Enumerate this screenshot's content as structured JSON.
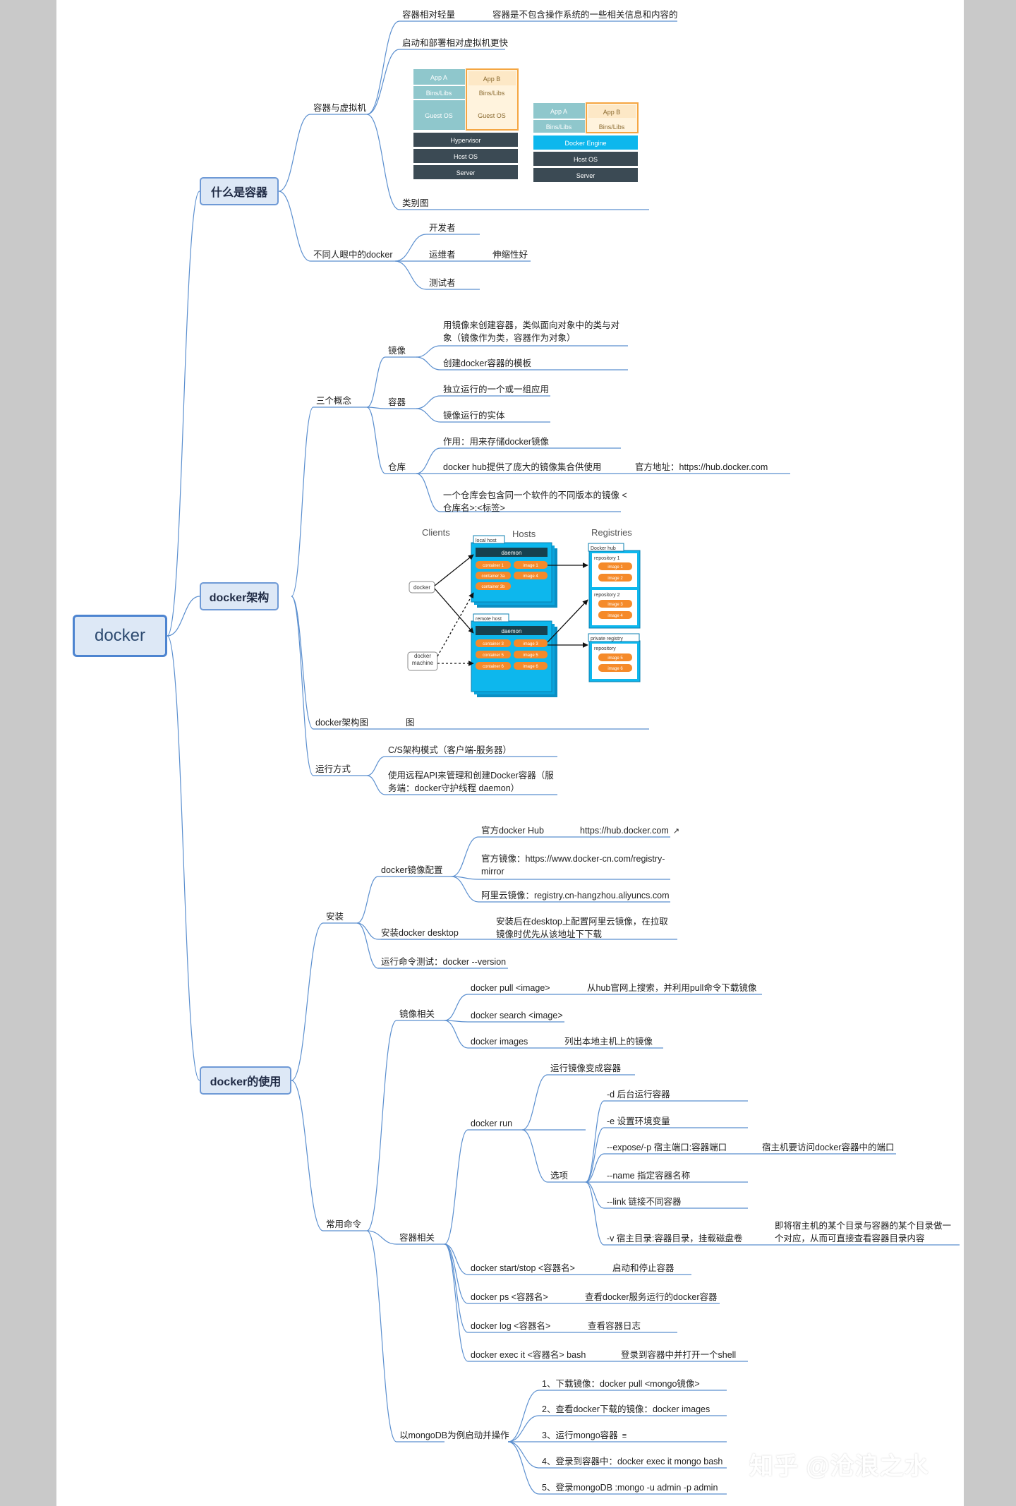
{
  "root": "docker",
  "nodes": {
    "what_is_container": "什么是容器",
    "container_vs_vm": "容器与虚拟机",
    "lightweight": "容器相对轻量",
    "lightweight_desc": "容器是不包含操作系统的一些相关信息和内容的",
    "faster_start": "启动和部署相对虚拟机更快",
    "analogy": "类别图",
    "views": "不同人眼中的docker",
    "developer": "开发者",
    "ops": "运维者",
    "scalable": "伸缩性好",
    "tester": "测试者",
    "arch": "docker架构",
    "three_concepts": "三个概念",
    "image": "镜像",
    "image_desc1": "用镜像来创建容器，类似面向对象中的类与对象（镜像作为类，容器作为对象）",
    "image_desc2": "创建docker容器的模板",
    "container": "容器",
    "container_desc1": "独立运行的一个或一组应用",
    "container_desc2": "镜像运行的实体",
    "repo": "仓库",
    "repo_desc1": "作用：用来存储docker镜像",
    "repo_desc2": "docker hub提供了庞大的镜像集合供使用",
    "repo_site": "官方地址：https://hub.docker.com",
    "repo_desc3": "一个仓库会包含同一个软件的不同版本的镜像 <仓库名>:<标签>",
    "arch_diagram": "docker架构图",
    "arch_diagram_note": "图",
    "run_mode": "运行方式",
    "run_mode1": "C/S架构模式（客户端-服务器）",
    "run_mode2": "使用远程API来管理和创建Docker容器（服务端：docker守护线程 daemon）",
    "usage": "docker的使用",
    "install": "安装",
    "mirror_config": "docker镜像配置",
    "official_hub": "官方docker Hub",
    "official_hub_url": "https://hub.docker.com",
    "official_mirror": "官方镜像：https://www.docker-cn.com/registry-mirror",
    "aliyun_mirror": "阿里云镜像：registry.cn-hangzhou.aliyuncs.com",
    "install_desktop": "安装docker desktop",
    "install_desktop_desc": "安装后在desktop上配置阿里云镜像，在拉取镜像时优先从该地址下下载",
    "version_cmd": "运行命令测试：docker --version",
    "common_cmds": "常用命令",
    "image_cmds": "镜像相关",
    "pull": "docker pull <image>",
    "pull_desc": "从hub官网上搜索，并利用pull命令下载镜像",
    "search": "docker search <image>",
    "images": "docker images",
    "images_desc": "列出本地主机上的镜像",
    "container_cmds": "容器相关",
    "run": "docker run",
    "run_desc": "运行镜像变成容器",
    "options": "选项",
    "opt_d": "-d 后台运行容器",
    "opt_e": "-e 设置环境变量",
    "opt_p": "--expose/-p 宿主端口:容器端口",
    "opt_p_desc": "宿主机要访问docker容器中的端口",
    "opt_name": "--name 指定容器名称",
    "opt_link": "--link 链接不同容器",
    "opt_v": "-v 宿主目录:容器目录，挂载磁盘卷",
    "opt_v_desc": "即将宿主机的某个目录与容器的某个目录做一个对应，从而可直接查看容器目录内容",
    "start_stop": "docker start/stop <容器名>",
    "start_stop_desc": "启动和停止容器",
    "ps": "docker ps <容器名>",
    "ps_desc": "查看docker服务运行的docker容器",
    "log": "docker log <容器名>",
    "log_desc": "查看容器日志",
    "exec": "docker exec it <容器名> bash",
    "exec_desc": "登录到容器中并打开一个shell",
    "mongo": "以mongoDB为例启动并操作",
    "mongo1": "1、下载镜像：docker pull <mongo镜像>",
    "mongo2": "2、查看docker下载的镜像：docker images",
    "mongo3": "3、运行mongo容器",
    "mongo4": "4、登录到容器中：docker exec it mongo bash",
    "mongo5": "5、登录mongoDB :mongo -u admin -p admin"
  },
  "vm_figure": {
    "app_a": "App A",
    "app_b": "App B",
    "bins": "Bins/Libs",
    "guest_os": "Guest OS",
    "hypervisor": "Hypervisor",
    "host_os": "Host OS",
    "server": "Server",
    "docker_engine": "Docker Engine"
  },
  "arch_figure": {
    "clients": "Clients",
    "hosts": "Hosts",
    "registries": "Registries",
    "docker": "docker",
    "docker_machine": "docker machine",
    "local_host": "local host",
    "remote_host": "remote host",
    "daemon": "daemon",
    "docker_hub": "Docker hub",
    "private_registry": "private registry",
    "repository1": "repository 1",
    "repository2": "repository 2",
    "repository": "repository",
    "c1": "container 1",
    "c3a": "container 3a",
    "c3b": "container 3b",
    "c3": "container 3",
    "c5": "container 5",
    "c6": "container 6",
    "i1": "image 1",
    "i2": "image 2",
    "i3": "image 3",
    "i4": "image 4",
    "i5": "image 5",
    "i6": "image 6"
  },
  "watermark": "知乎 @沧浪之水",
  "colors": {
    "line": "#5b8fcf",
    "root_fill": "#dde8f6",
    "root_border": "#4d84d0",
    "docker_blue": "#0db7ed",
    "dark": "#3b4a54",
    "teal": "#8fc7cc",
    "orange": "#f58a2a"
  }
}
